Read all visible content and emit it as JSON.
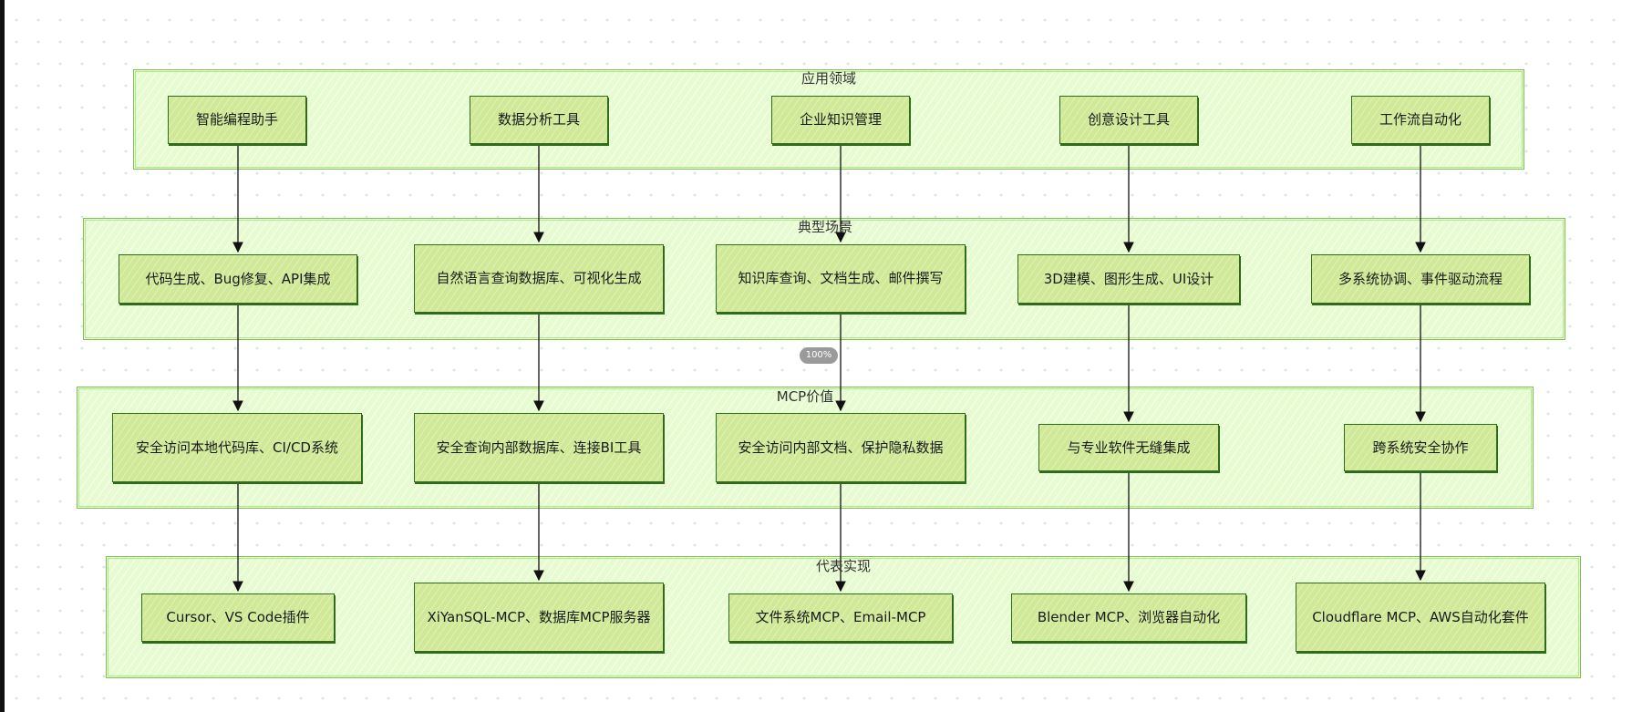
{
  "groups": [
    {
      "label": "应用领域"
    },
    {
      "label": "典型场景"
    },
    {
      "label": "MCP价值"
    },
    {
      "label": "代表实现"
    }
  ],
  "nodes": {
    "coding": "智能编程助手",
    "data_analysis": "数据分析工具",
    "knowledge": "企业知识管理",
    "design": "创意设计工具",
    "workflow": "工作流自动化",
    "s_coding": "代码生成、Bug修复、API集成",
    "s_data": "自然语言查询数据库、可视化生成",
    "s_knowledge": "知识库查询、文档生成、邮件撰写",
    "s_design": "3D建模、图形生成、UI设计",
    "s_workflow": "多系统协调、事件驱动流程",
    "v_coding": "安全访问本地代码库、CI/CD系统",
    "v_data": "安全查询内部数据库、连接BI工具",
    "v_knowledge": "安全访问内部文档、保护隐私数据",
    "v_design": "与专业软件无缝集成",
    "v_workflow": "跨系统安全协作",
    "i_coding": "Cursor、VS Code插件",
    "i_data": "XiYanSQL-MCP、数据库MCP服务器",
    "i_knowledge": "文件系统MCP、Email-MCP",
    "i_design": "Blender MCP、浏览器自动化",
    "i_workflow": "Cloudflare MCP、AWS自动化套件"
  },
  "zoom": "100%"
}
